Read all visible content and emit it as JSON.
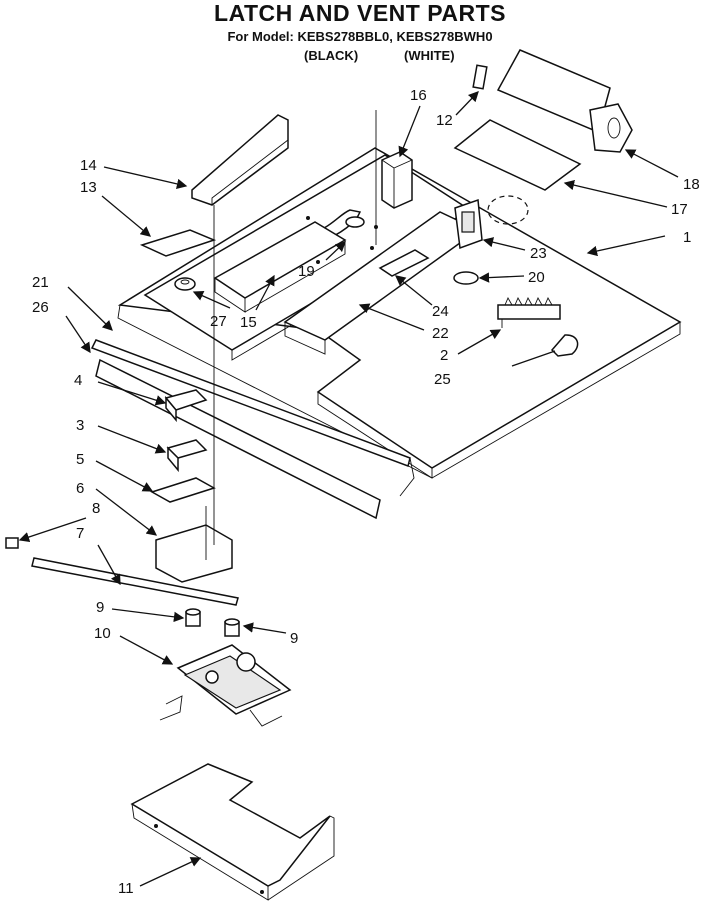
{
  "header": {
    "title": "LATCH AND VENT PARTS",
    "model_line": "For Model: KEBS278BBL0, KEBS278BWH0",
    "variant_black": "(BLACK)",
    "variant_white": "(WHITE)"
  },
  "callouts": [
    "1",
    "2",
    "3",
    "4",
    "5",
    "6",
    "7",
    "8",
    "9",
    "9",
    "10",
    "11",
    "12",
    "13",
    "14",
    "15",
    "16",
    "17",
    "18",
    "19",
    "20",
    "21",
    "22",
    "23",
    "24",
    "25",
    "26",
    "27"
  ]
}
